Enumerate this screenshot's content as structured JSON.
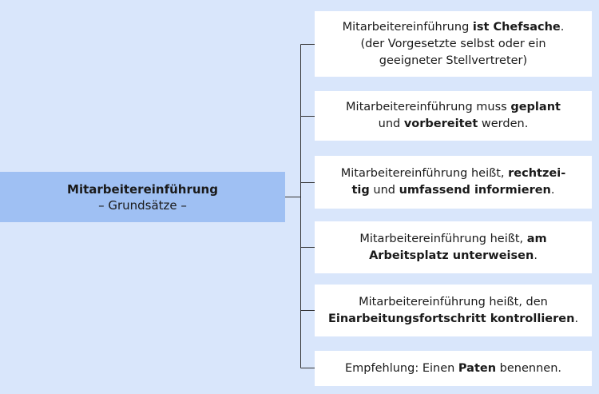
{
  "root": {
    "title": "Mitarbeitereinführung",
    "subtitle": "– Grundsätze –"
  },
  "items": [
    {
      "lines": [
        [
          {
            "t": "Mitarbeitereinführung "
          },
          {
            "t": "ist Chefsache",
            "b": true
          },
          {
            "t": "."
          }
        ],
        [
          {
            "t": "(der Vorgesetzte selbst oder ein"
          }
        ],
        [
          {
            "t": "geeigneter Stellvertreter)"
          }
        ]
      ]
    },
    {
      "lines": [
        [
          {
            "t": "Mitarbeitereinführung muss "
          },
          {
            "t": "geplant",
            "b": true
          }
        ],
        [
          {
            "t": "und "
          },
          {
            "t": "vorbereitet",
            "b": true
          },
          {
            "t": " werden."
          }
        ]
      ]
    },
    {
      "lines": [
        [
          {
            "t": "Mitarbeitereinführung heißt, "
          },
          {
            "t": "rechtzei-",
            "b": true
          }
        ],
        [
          {
            "t": "tig",
            "b": true
          },
          {
            "t": " und "
          },
          {
            "t": "umfassend informieren",
            "b": true
          },
          {
            "t": "."
          }
        ]
      ]
    },
    {
      "lines": [
        [
          {
            "t": "Mitarbeitereinführung heißt, "
          },
          {
            "t": "am",
            "b": true
          }
        ],
        [
          {
            "t": "Arbeitsplatz unterweisen",
            "b": true
          },
          {
            "t": "."
          }
        ]
      ]
    },
    {
      "lines": [
        [
          {
            "t": "Mitarbeitereinführung heißt, den"
          }
        ],
        [
          {
            "t": "Einarbeitungsfortschritt kontrollieren",
            "b": true
          },
          {
            "t": "."
          }
        ]
      ]
    },
    {
      "lines": [
        [
          {
            "t": "Empfehlung: Einen "
          },
          {
            "t": "Paten",
            "b": true
          },
          {
            "t": " benennen."
          }
        ]
      ]
    }
  ]
}
